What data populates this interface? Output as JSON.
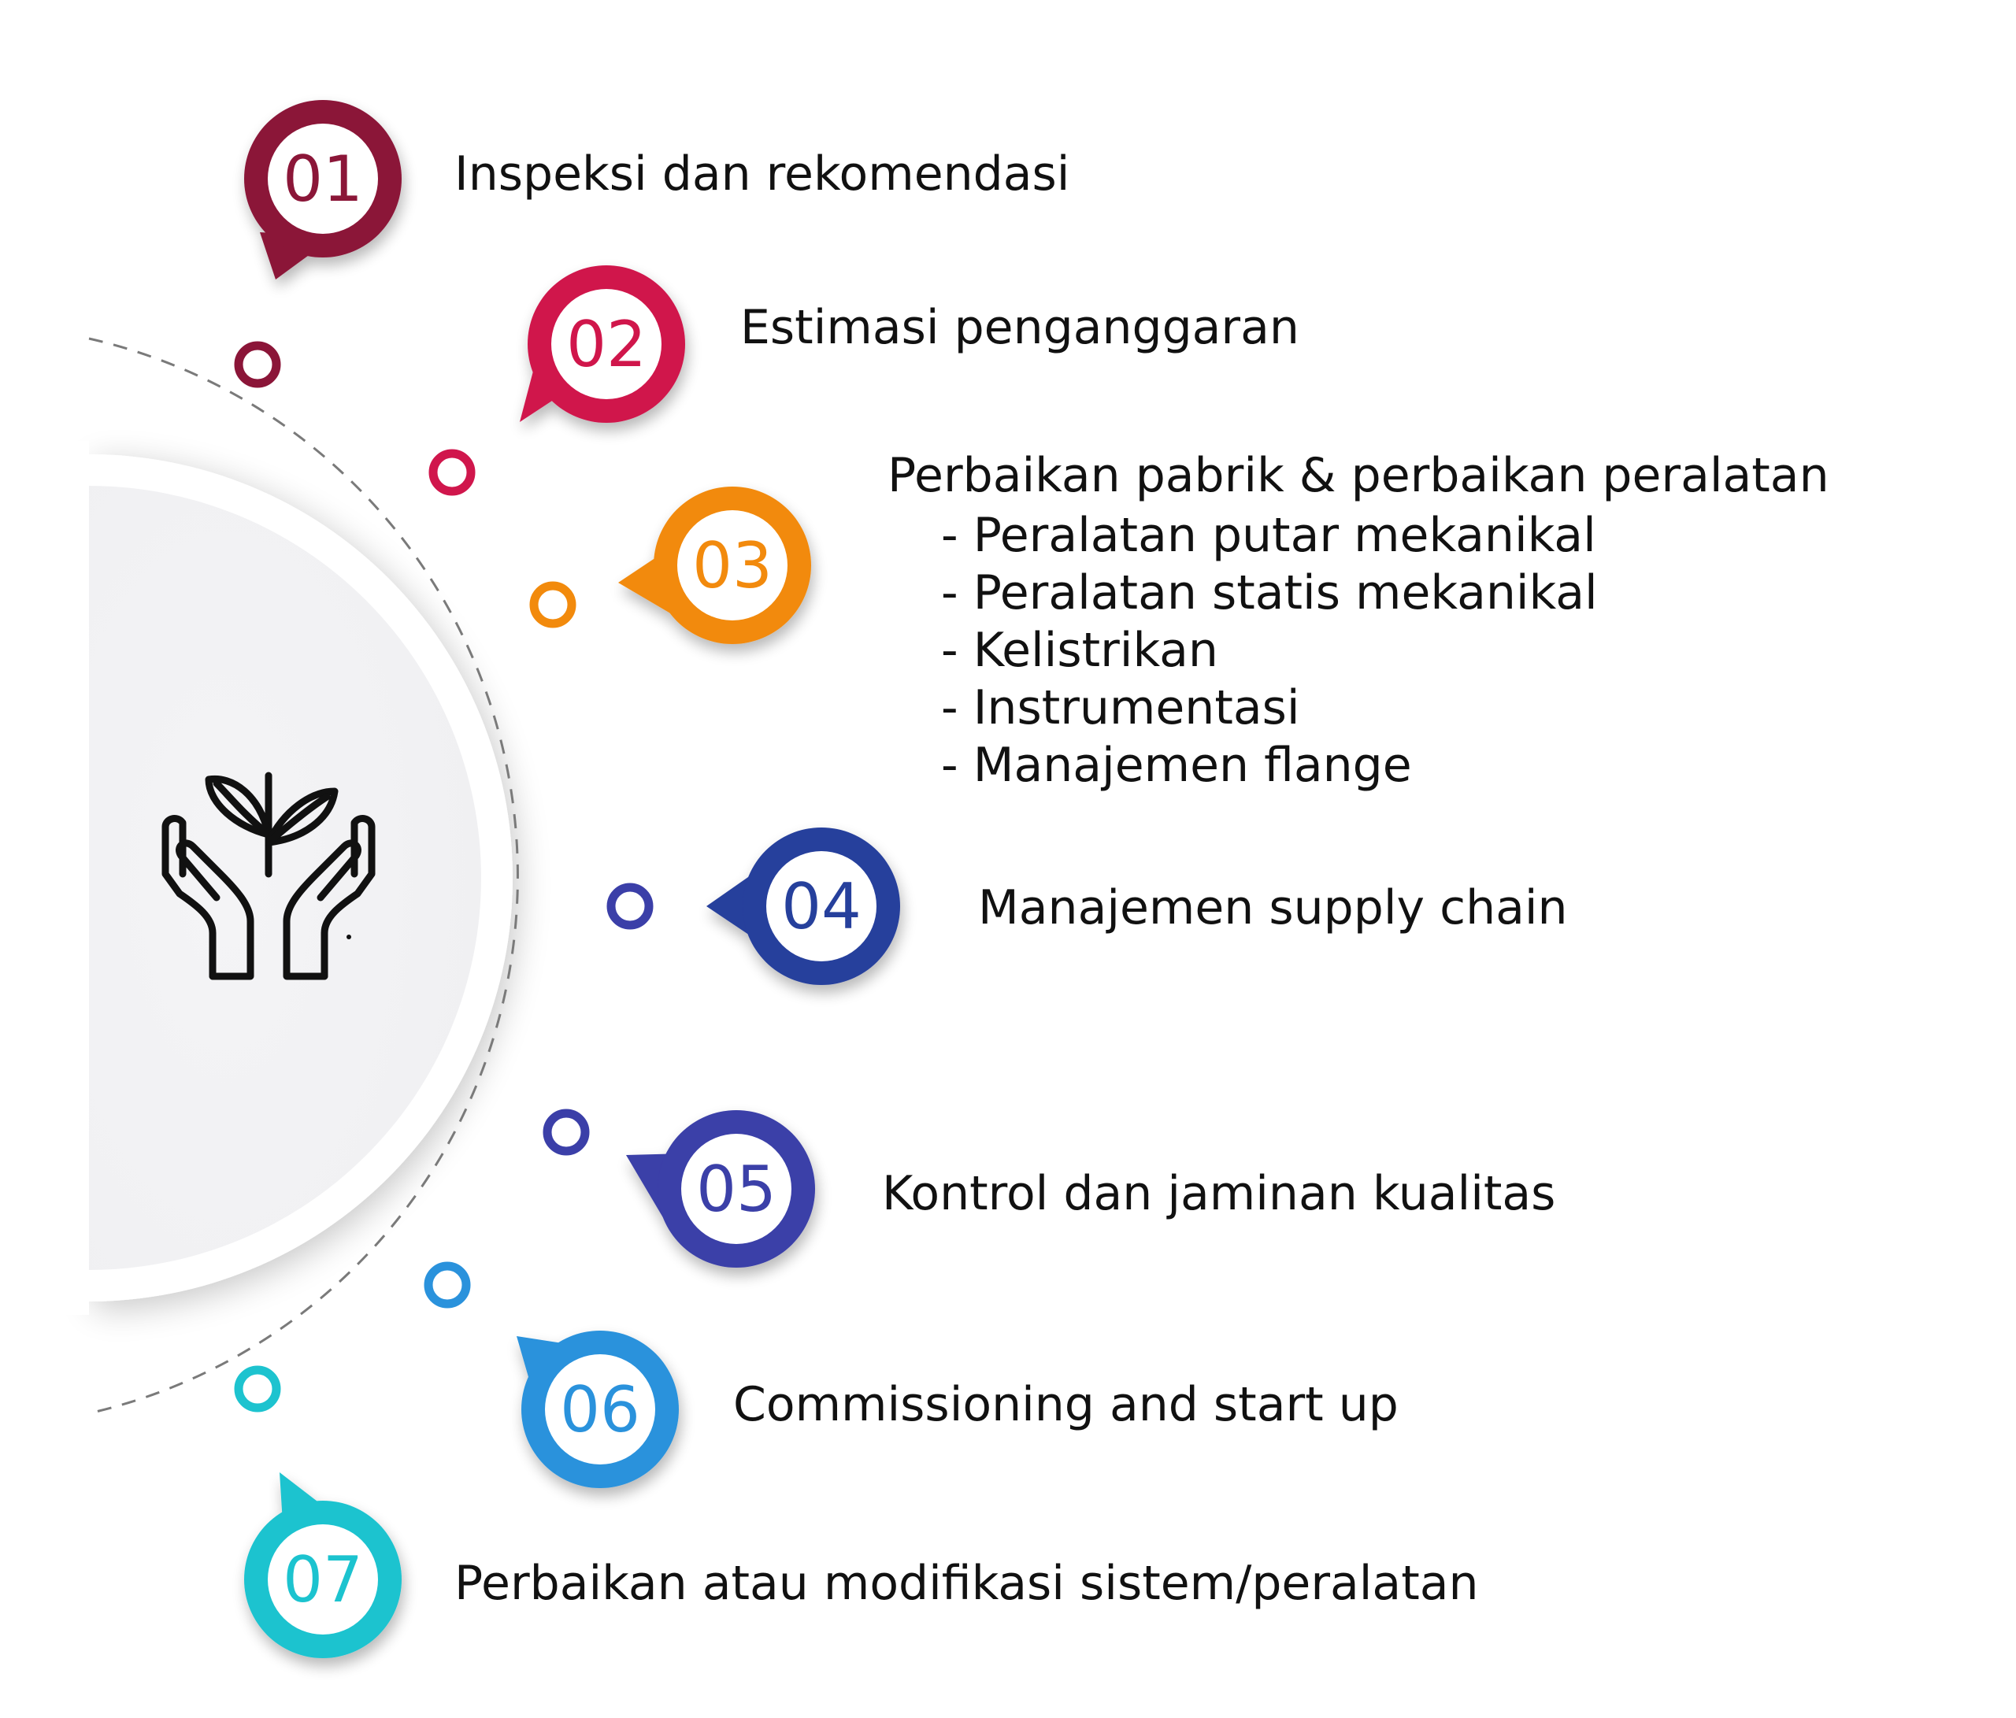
{
  "center_icon": "hands-plant-icon",
  "steps": [
    {
      "number": "01",
      "label": "Inspeksi dan rekomendasi",
      "color": "#8b1538"
    },
    {
      "number": "02",
      "label": "Estimasi penganggaran",
      "color": "#d0164c"
    },
    {
      "number": "03",
      "label": "Perbaikan pabrik & perbaikan peralatan",
      "color": "#f28a0c",
      "sub_items": [
        "- Peralatan putar mekanikal",
        "- Peralatan statis mekanikal",
        "- Kelistrikan",
        "- Instrumentasi",
        "- Manajemen flange"
      ]
    },
    {
      "number": "04",
      "label": "Manajemen supply chain",
      "color": "#263f9c"
    },
    {
      "number": "05",
      "label": "Kontrol dan jaminan kualitas",
      "color": "#3b3fa8"
    },
    {
      "number": "06",
      "label": "Commissioning and start up",
      "color": "#2a92dc"
    },
    {
      "number": "07",
      "label": "Perbaikan atau modifikasi sistem/peralatan",
      "color": "#1dc3cf"
    }
  ],
  "dot_colors": [
    "#8b1538",
    "#d0164c",
    "#f28a0c",
    "#3b3fa8",
    "#3b3fa8",
    "#2a92dc",
    "#1dc3cf"
  ]
}
